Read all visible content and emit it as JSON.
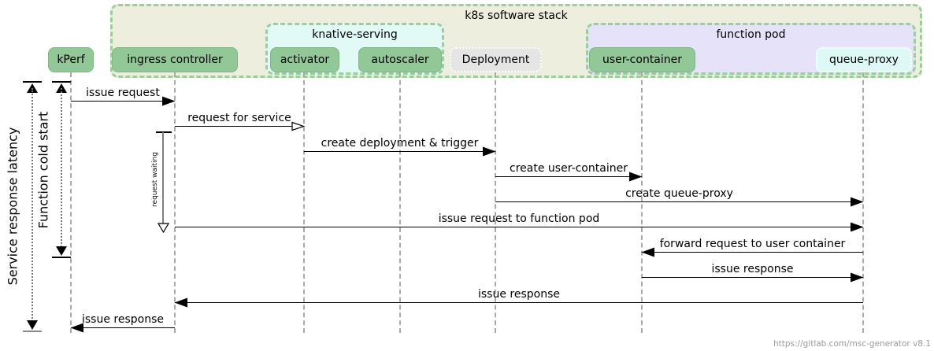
{
  "groups": [
    {
      "id": "k8s-stack",
      "label": "k8s software stack"
    },
    {
      "id": "knative-serving",
      "label": "knative-serving"
    },
    {
      "id": "function-pod",
      "label": "function pod"
    }
  ],
  "participants": [
    {
      "id": "kperf",
      "label": "kPerf"
    },
    {
      "id": "ingress-controller",
      "label": "ingress controller"
    },
    {
      "id": "activator",
      "label": "activator"
    },
    {
      "id": "autoscaler",
      "label": "autoscaler"
    },
    {
      "id": "deployment",
      "label": "Deployment"
    },
    {
      "id": "user-container",
      "label": "user-container"
    },
    {
      "id": "queue-proxy",
      "label": "queue-proxy"
    }
  ],
  "messages": [
    {
      "label": "issue request",
      "from": "kPerf",
      "to": "ingress controller",
      "arrowhead": "filled"
    },
    {
      "label": "request for service",
      "from": "ingress controller",
      "to": "activator",
      "arrowhead": "open"
    },
    {
      "label": "create deployment & trigger",
      "from": "activator",
      "to": "Deployment",
      "arrowhead": "filled"
    },
    {
      "label": "create user-container",
      "from": "Deployment",
      "to": "user-container",
      "arrowhead": "filled"
    },
    {
      "label": "create queue-proxy",
      "from": "Deployment",
      "to": "queue-proxy",
      "arrowhead": "filled"
    },
    {
      "label": "issue request to function pod",
      "from": "ingress controller",
      "to": "queue-proxy",
      "arrowhead": "filled"
    },
    {
      "label": "forward request to user container",
      "from": "queue-proxy",
      "to": "user-container",
      "arrowhead": "filled"
    },
    {
      "label": "issue response",
      "from": "user-container",
      "to": "queue-proxy",
      "arrowhead": "filled"
    },
    {
      "label": "issue response",
      "from": "queue-proxy",
      "to": "ingress controller",
      "arrowhead": "filled"
    },
    {
      "label": "issue response",
      "from": "ingress controller",
      "to": "kPerf",
      "arrowhead": "filled"
    }
  ],
  "annotations": {
    "service_latency": "Service response latency",
    "cold_start": "Function cold start",
    "request_waiting": "request waiting"
  },
  "watermark": "https://gitlab.com/msc-generator v8.1",
  "colors": {
    "participant-green": "#92c897",
    "stack-bg": "#eeeede",
    "group-border": "#9ccd9c",
    "knative-bg": "#e1faf6",
    "pod-bg": "#e5e2f9",
    "deployment-bg": "#e5e5e5",
    "queueproxy-bg": "#def9f5",
    "lifeline": "#aaaaaa",
    "watermark": "#9b9b9b"
  }
}
